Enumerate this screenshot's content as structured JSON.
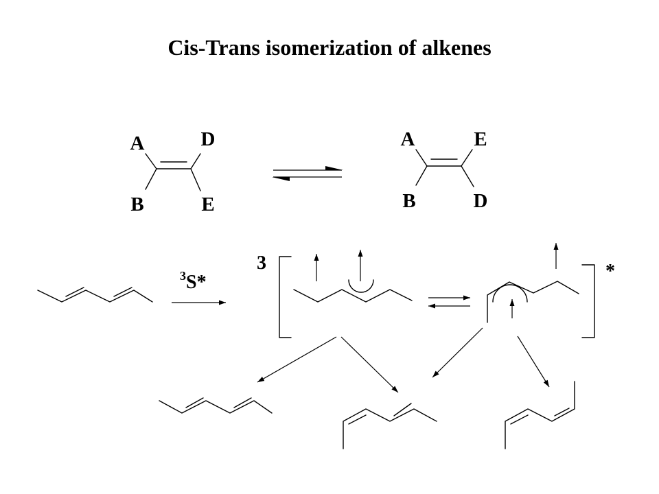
{
  "title": "Cis-Trans isomerization of alkenes",
  "top_left_atoms": {
    "upper_left": "A",
    "upper_right": "D",
    "lower_left": "B",
    "lower_right": "E"
  },
  "top_right_atoms": {
    "upper_left": "A",
    "upper_right": "E",
    "lower_left": "B",
    "lower_right": "D"
  },
  "sensitizer": {
    "superscript": "3",
    "base": "S*"
  },
  "triplet_multiplicity": "3",
  "excited_marker": "*"
}
